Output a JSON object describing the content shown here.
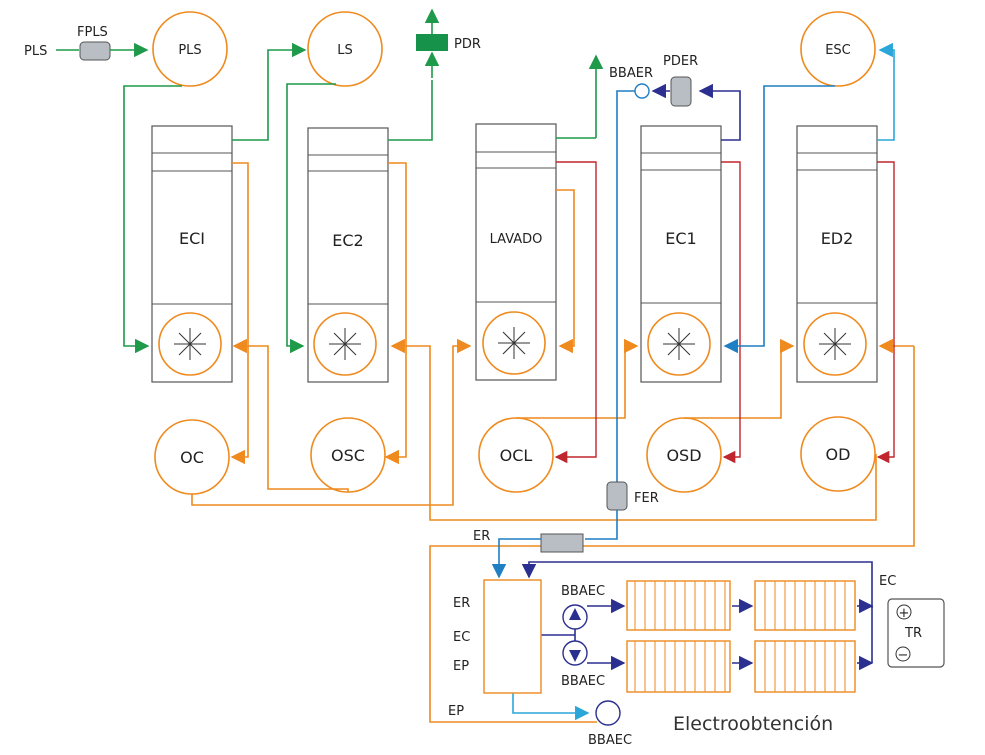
{
  "colors": {
    "organic": "#ee8a1e",
    "pls": "#1f9a4a",
    "electrolyte_rich": "#1f7fc4",
    "electrolyte_spent": "#2b2f8f",
    "raffinate": "#c0262e",
    "filter": "#b8bec4",
    "pdr": "#16924a"
  },
  "streams": {
    "pls_in": "PLS",
    "fpls": "FPLS",
    "pdr": "PDR",
    "bbaer": "BBAER",
    "pder": "PDER",
    "fer": "FER",
    "er": "ER",
    "ep": "EP",
    "ec": "EC"
  },
  "tanks": {
    "pls": "PLS",
    "ls": "LS",
    "esc": "ESC",
    "oc": "OC",
    "osc": "OSC",
    "ocl": "OCL",
    "osd": "OSD",
    "od": "OD"
  },
  "units": {
    "e1": "ECI",
    "e2": "EC2",
    "lavado": "LAVADO",
    "ec1": "EC1",
    "ed2": "ED2"
  },
  "ew": {
    "title": "Electroobtención",
    "er": "ER",
    "ec": "EC",
    "ep": "EP",
    "bbaec_top": "BBAEC",
    "bbaec_mid": "BBAEC",
    "bbaec_bottom": "BBAEC",
    "ec_right": "EC",
    "tr": "TR",
    "plus": "+",
    "minus": "−"
  },
  "icons": [
    "mixer-impeller-icon",
    "pump-icon",
    "arrow-up-icon",
    "arrow-down-icon",
    "plus-icon",
    "minus-icon"
  ]
}
